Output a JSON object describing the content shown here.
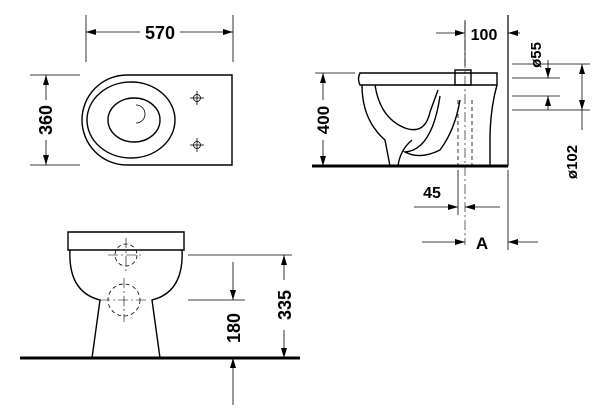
{
  "dimensions": {
    "plan_width": "570",
    "plan_depth": "360",
    "rear_offset": "100",
    "inlet_diameter": "ø55",
    "rim_height": "400",
    "outlet_diameter": "ø102",
    "outlet_offset": "45",
    "variable_a": "A",
    "outlet_center_height": "180",
    "outlet_top_height": "335"
  }
}
